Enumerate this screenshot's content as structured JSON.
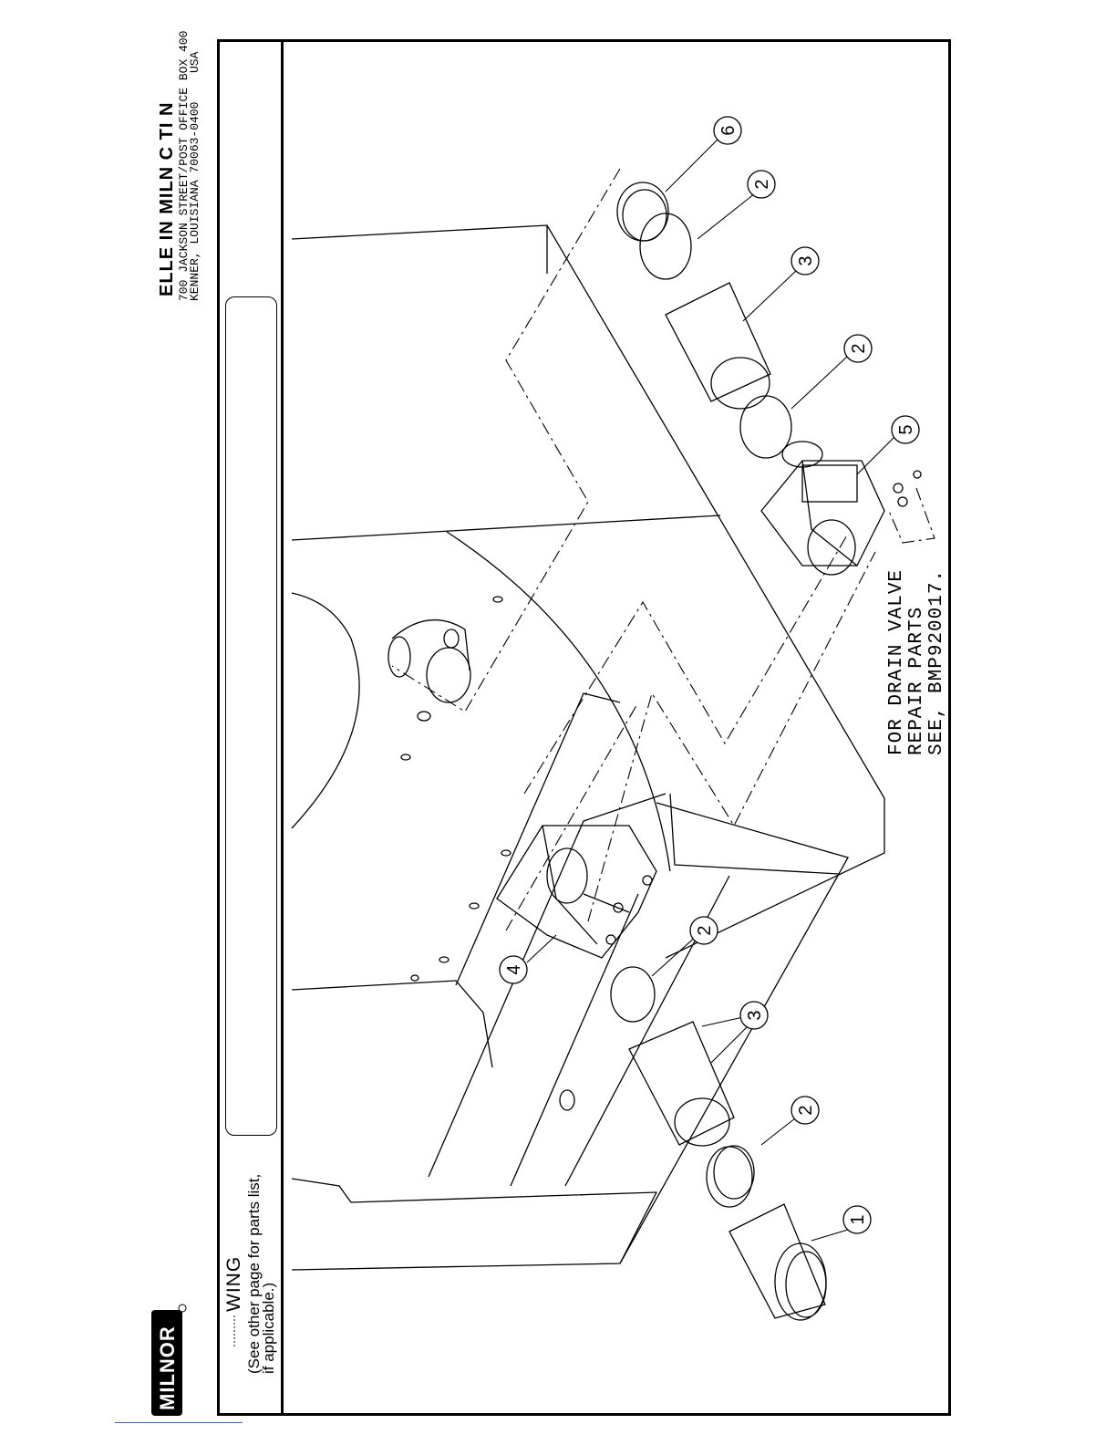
{
  "header": {
    "logo_text": "MILNOR",
    "drawing_word": "WING",
    "see_note_lines": [
      "(See other page for parts list,",
      "if applicable.)"
    ]
  },
  "company": {
    "name": "ELLE  IN  MILN    C          TI  N",
    "address_line1": "700 JACKSON STREET/POST OFFICE BOX 400",
    "address_line2": "KENNER, LOUISIANA 70063-0400",
    "country": "USA"
  },
  "callouts": [
    "1",
    "2",
    "3",
    "2",
    "4",
    "2",
    "3",
    "2",
    "5",
    "6"
  ],
  "drain_note": [
    "FOR  DRAIN  VALVE",
    "REPAIR  PARTS",
    "SEE,  BMP920017."
  ]
}
